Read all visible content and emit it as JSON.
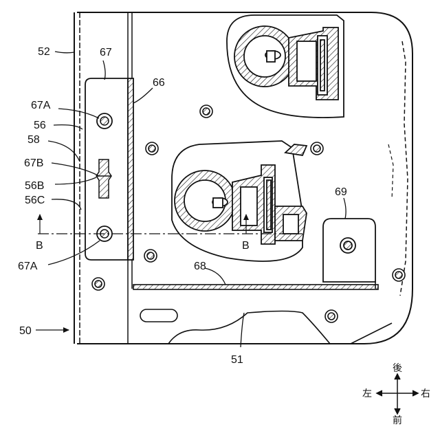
{
  "labels": {
    "l52": "52",
    "l67": "67",
    "l66": "66",
    "l67a_top": "67A",
    "l56": "56",
    "l58": "58",
    "l67b": "67B",
    "l56b": "56B",
    "l56c": "56C",
    "l_b_left": "B",
    "l_b_mid": "B",
    "l67a_bottom": "67A",
    "l69": "69",
    "l68": "68",
    "l50": "50",
    "l51": "51"
  },
  "compass": {
    "rear": "後",
    "front": "前",
    "left": "左",
    "right": "右"
  },
  "icons": {
    "section_arrow": "arrow-up-icon",
    "compass": "compass-cross-icon"
  },
  "colors": {
    "line": "#111111",
    "background": "#ffffff"
  }
}
